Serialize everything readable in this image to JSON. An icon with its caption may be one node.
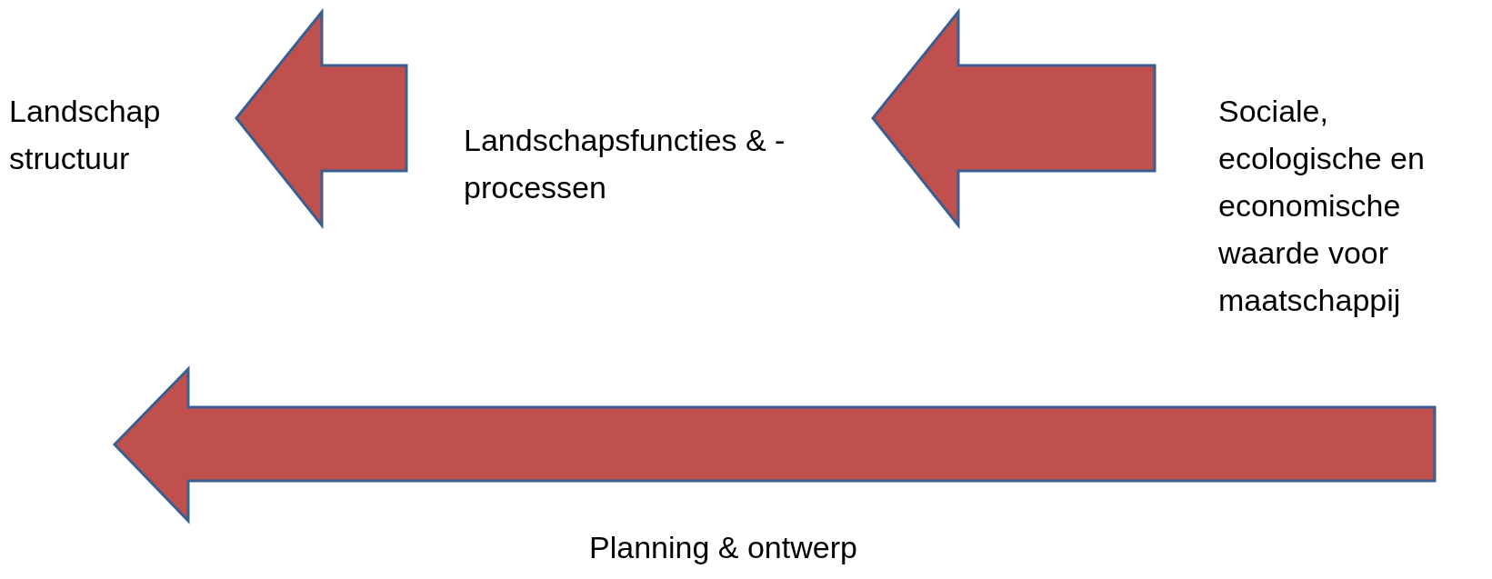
{
  "diagram": {
    "nodes": [
      {
        "text": [
          "Landschap structuur"
        ]
      },
      {
        "text": [
          "Landschapsfuncties & - processen"
        ]
      },
      {
        "text": [
          "Sociale, ecologische en economische waarde voor maatschappij"
        ]
      }
    ],
    "edges": [
      {
        "from": 1,
        "to": 0,
        "arrow": "to",
        "style": "thick"
      },
      {
        "from": 2,
        "to": 1,
        "arrow": "to",
        "style": "thick"
      }
    ],
    "labels": [
      "Planning & ontwerp"
    ]
  }
}
